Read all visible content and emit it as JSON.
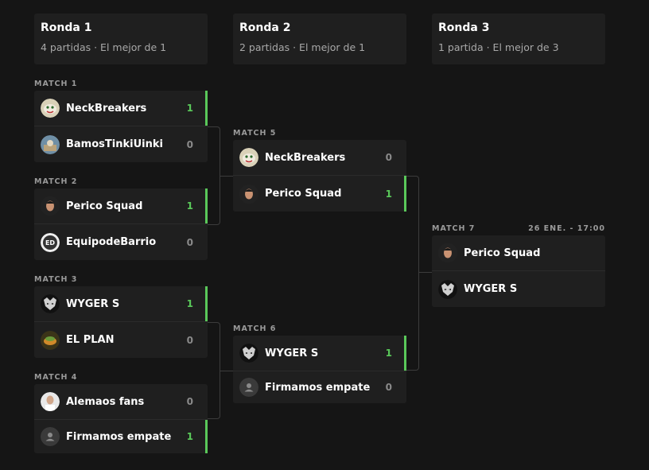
{
  "rounds": [
    {
      "title": "Ronda 1",
      "sub": "4 partidas · El mejor de 1"
    },
    {
      "title": "Ronda 2",
      "sub": "2 partidas · El mejor de 1"
    },
    {
      "title": "Ronda 3",
      "sub": "1 partida · El mejor de 3"
    }
  ],
  "matches": {
    "m1": {
      "label": "MATCH 1",
      "t1": {
        "name": "NeckBreakers",
        "score": "1",
        "icon": "neckbreakers-logo-icon"
      },
      "t2": {
        "name": "BamosTinkiUinki",
        "score": "0",
        "icon": "bamostinkiuinki-logo-icon"
      }
    },
    "m2": {
      "label": "MATCH 2",
      "t1": {
        "name": "Perico Squad",
        "score": "1",
        "icon": "perico-squad-logo-icon"
      },
      "t2": {
        "name": "EquipodeBarrio",
        "score": "0",
        "icon": "equipodebarrio-logo-icon"
      }
    },
    "m3": {
      "label": "MATCH 3",
      "t1": {
        "name": "WYGER S",
        "score": "1",
        "icon": "wyger-s-logo-icon"
      },
      "t2": {
        "name": "EL PLAN",
        "score": "0",
        "icon": "el-plan-logo-icon"
      }
    },
    "m4": {
      "label": "MATCH 4",
      "t1": {
        "name": "Alemaos fans",
        "score": "0",
        "icon": "alemaos-fans-logo-icon"
      },
      "t2": {
        "name": "Firmamos empate",
        "score": "1",
        "icon": "default-user-icon"
      }
    },
    "m5": {
      "label": "MATCH 5",
      "t1": {
        "name": "NeckBreakers",
        "score": "0",
        "icon": "neckbreakers-logo-icon"
      },
      "t2": {
        "name": "Perico Squad",
        "score": "1",
        "icon": "perico-squad-logo-icon"
      }
    },
    "m6": {
      "label": "MATCH 6",
      "t1": {
        "name": "WYGER S",
        "score": "1",
        "icon": "wyger-s-logo-icon"
      },
      "t2": {
        "name": "Firmamos empate",
        "score": "0",
        "icon": "default-user-icon"
      }
    },
    "m7": {
      "label": "MATCH 7",
      "date": "26 ENE. - 17:00",
      "t1": {
        "name": "Perico Squad",
        "icon": "perico-squad-logo-icon"
      },
      "t2": {
        "name": "WYGER S",
        "icon": "wyger-s-logo-icon"
      }
    }
  },
  "colors": {
    "win": "#5ac85a",
    "background": "#151515",
    "card": "#1f1f1f"
  }
}
